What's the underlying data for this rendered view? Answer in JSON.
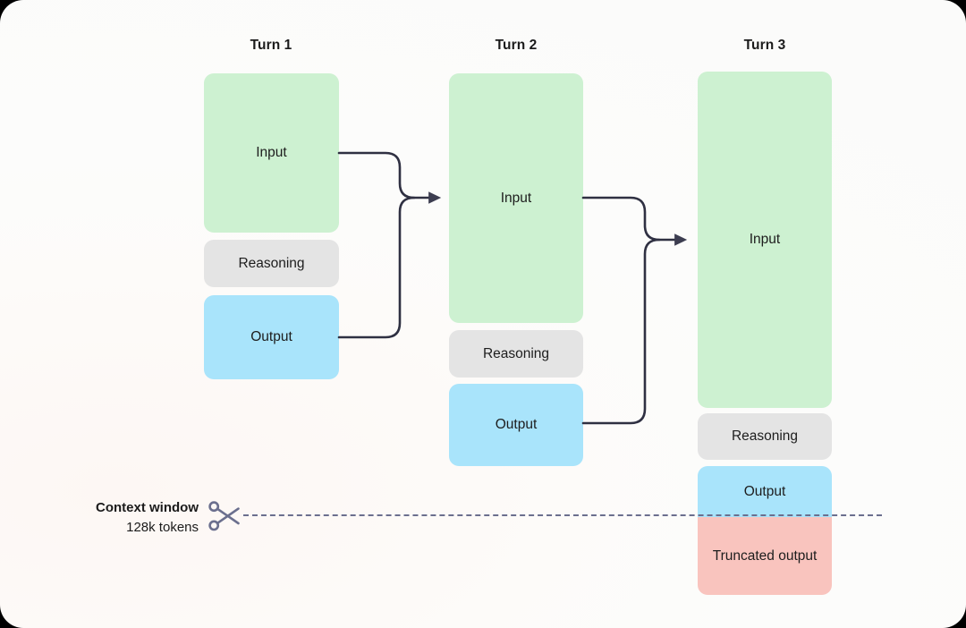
{
  "diagram": {
    "title_hidden": "Context window truncation across turns",
    "turns": [
      {
        "id": "turn-1",
        "label": "Turn 1",
        "blocks": [
          {
            "name": "input",
            "label": "Input",
            "color": "#cdf1d1"
          },
          {
            "name": "reasoning",
            "label": "Reasoning",
            "color": "#e4e4e4"
          },
          {
            "name": "output",
            "label": "Output",
            "color": "#a9e4fb"
          }
        ]
      },
      {
        "id": "turn-2",
        "label": "Turn 2",
        "blocks": [
          {
            "name": "input",
            "label": "Input",
            "color": "#cdf1d1"
          },
          {
            "name": "reasoning",
            "label": "Reasoning",
            "color": "#e4e4e4"
          },
          {
            "name": "output",
            "label": "Output",
            "color": "#a9e4fb"
          }
        ]
      },
      {
        "id": "turn-3",
        "label": "Turn 3",
        "blocks": [
          {
            "name": "input",
            "label": "Input",
            "color": "#cdf1d1"
          },
          {
            "name": "reasoning",
            "label": "Reasoning",
            "color": "#e4e4e4"
          },
          {
            "name": "output",
            "label": "Output",
            "color": "#a9e4fb"
          },
          {
            "name": "truncated-output",
            "label": "Truncated output",
            "color": "#f9c4be"
          }
        ]
      }
    ],
    "context_limit": {
      "title": "Context window",
      "subtitle": "128k tokens",
      "icon": "scissors-icon",
      "line_color": "#6b6f8e"
    },
    "connector_color": "#2f3042"
  }
}
